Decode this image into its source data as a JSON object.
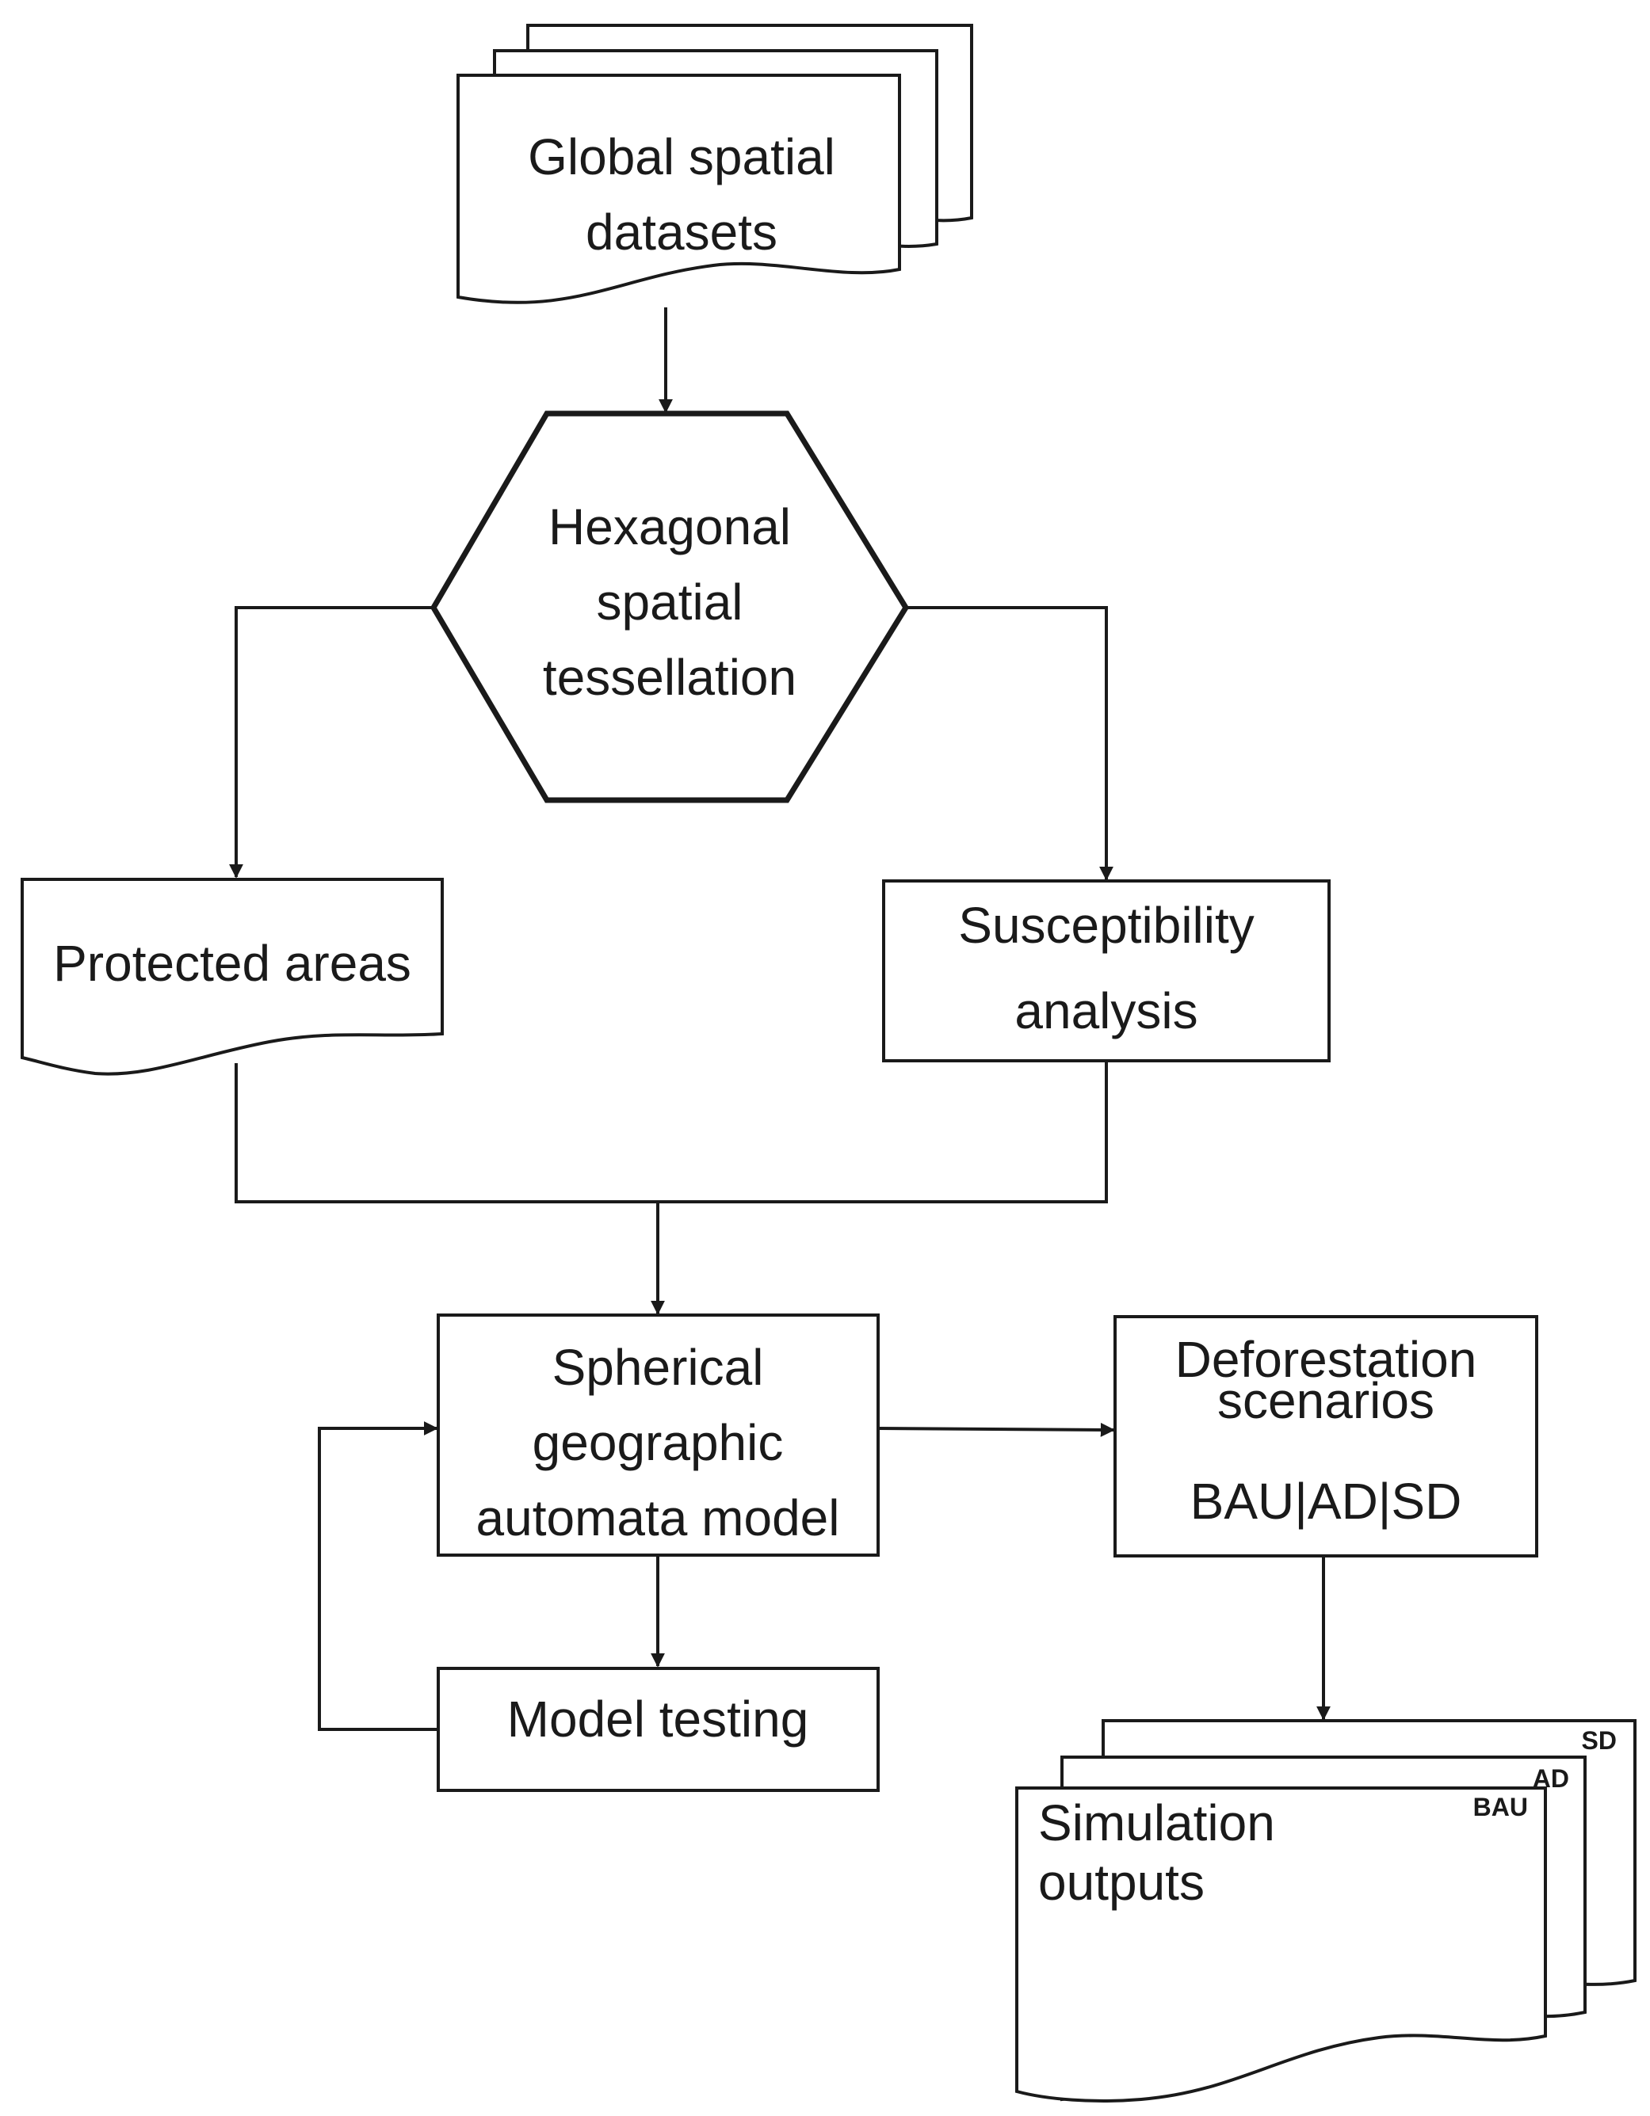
{
  "nodes": {
    "datasets": {
      "line1": "Global spatial",
      "line2": "datasets"
    },
    "hexagon": {
      "line1": "Hexagonal",
      "line2": "spatial",
      "line3": "tessellation"
    },
    "protected": {
      "label": "Protected areas"
    },
    "susceptibility": {
      "line1": "Susceptibility",
      "line2": "analysis"
    },
    "sgam": {
      "line1": "Spherical",
      "line2": "geographic",
      "line3": "automata model"
    },
    "testing": {
      "label": "Model testing"
    },
    "scenarios": {
      "line1": "Deforestation",
      "line2": "scenarios",
      "line3": "BAU|AD|SD"
    },
    "outputs": {
      "line1": "Simulation",
      "line2": "outputs",
      "tag_front": "BAU",
      "tag_middle": "AD",
      "tag_back": "SD"
    }
  },
  "colors": {
    "stroke": "#1a1a1a",
    "fill": "#ffffff",
    "background": "#ffffff"
  }
}
